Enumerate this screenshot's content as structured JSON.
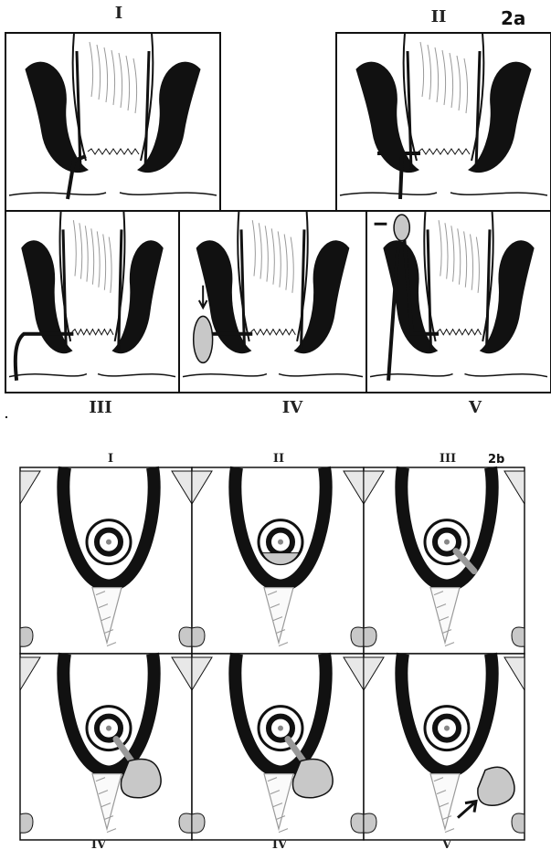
{
  "figure_2a": {
    "tag": "2a",
    "panels": [
      {
        "label": "I"
      },
      {
        "label": "II"
      },
      {
        "label": "III"
      },
      {
        "label": "IV"
      },
      {
        "label": "V"
      }
    ]
  },
  "figure_2b": {
    "tag": "2b",
    "panels": [
      {
        "label": "I"
      },
      {
        "label": "II"
      },
      {
        "label": "III"
      },
      {
        "label": "IV"
      },
      {
        "label": "IV"
      },
      {
        "label": "V"
      }
    ]
  },
  "colors": {
    "ink": "#111111",
    "abscess_fill": "#c8c8c8",
    "tissue_line": "#9a9a9a"
  }
}
